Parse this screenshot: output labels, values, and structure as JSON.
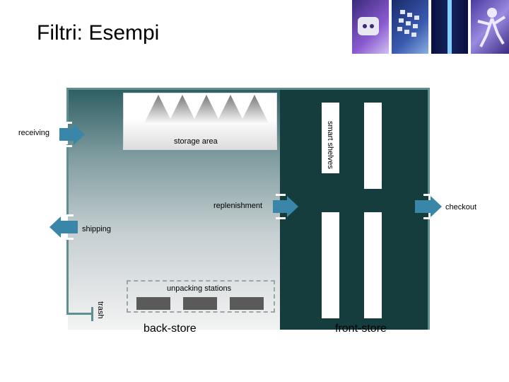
{
  "title": "Filtri: Esempi",
  "labels": {
    "receiving": "receiving",
    "storage_area": "storage area",
    "smart_shelves": "smart shelves",
    "replenishment": "replenishment",
    "checkout": "checkout",
    "shipping": "shipping",
    "unpacking_stations": "unpacking stations",
    "trash": "trash",
    "back_store": "back-store",
    "front_store": "front-store"
  },
  "colors": {
    "arrow": "#3a86a8",
    "front_store": "#163d3e",
    "wall": "#5f8f8f",
    "station": "#5a5a5a"
  },
  "photo_strip": [
    "power-plug-photo",
    "phone-keypad-photo",
    "light-tube-photo",
    "dancer-photo"
  ]
}
